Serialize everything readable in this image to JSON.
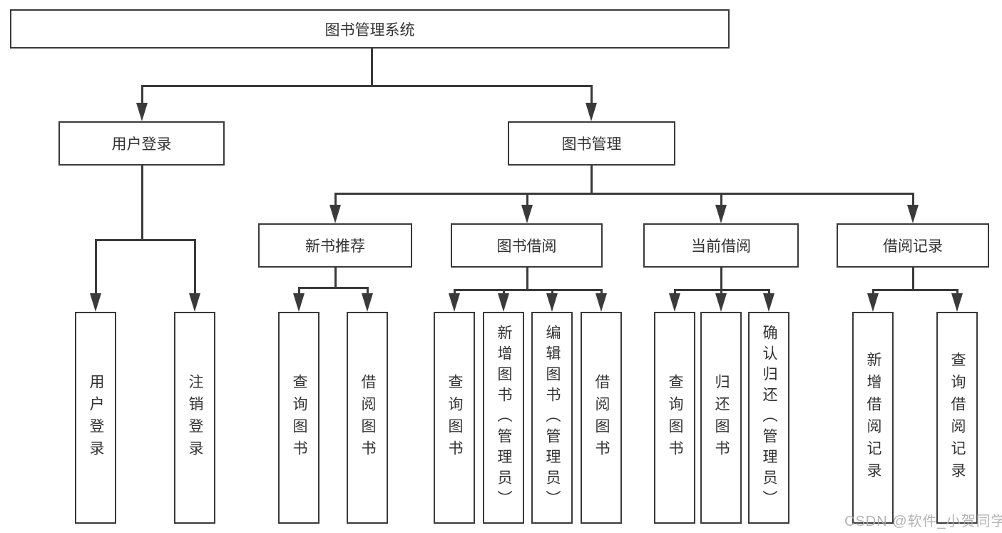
{
  "diagram": {
    "root": {
      "label": "图书管理系统"
    },
    "level2": [
      {
        "label": "用户登录"
      },
      {
        "label": "图书管理"
      }
    ],
    "level3": [
      {
        "label": "新书推荐"
      },
      {
        "label": "图书借阅"
      },
      {
        "label": "当前借阅"
      },
      {
        "label": "借阅记录"
      }
    ],
    "leaves": [
      {
        "label": "用户登录",
        "parent": "用户登录"
      },
      {
        "label": "注销登录",
        "parent": "用户登录"
      },
      {
        "label": "查询图书",
        "parent": "新书推荐"
      },
      {
        "label": "借阅图书",
        "parent": "新书推荐"
      },
      {
        "label": "查询图书",
        "parent": "图书借阅"
      },
      {
        "label": "新增图书（管理员）",
        "parent": "图书借阅"
      },
      {
        "label": "编辑图书（管理员）",
        "parent": "图书借阅"
      },
      {
        "label": "借阅图书",
        "parent": "图书借阅"
      },
      {
        "label": "查询图书",
        "parent": "当前借阅"
      },
      {
        "label": "归还图书",
        "parent": "当前借阅"
      },
      {
        "label": "确认归还（管理员）",
        "parent": "当前借阅"
      },
      {
        "label": "新增借阅记录",
        "parent": "借阅记录"
      },
      {
        "label": "查询借阅记录",
        "parent": "借阅记录"
      }
    ],
    "watermark": "CSDN @软件_小贺同学",
    "colors": {
      "line": "#3a3a3a",
      "text": "#333333",
      "watermark": "#aaaaaa",
      "background": "#ffffff"
    }
  }
}
